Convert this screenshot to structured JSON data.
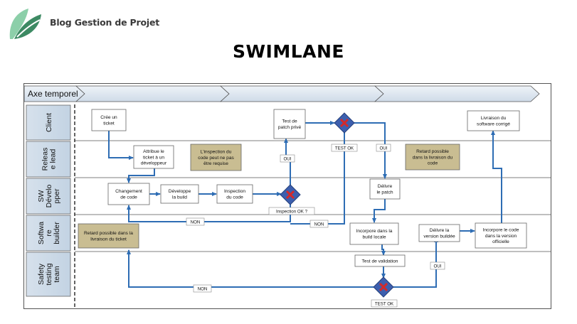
{
  "brand": {
    "name": "Blog Gestion de Projet",
    "colors": {
      "light": "#8ccfa9",
      "dark": "#3d8a63"
    }
  },
  "page_title": "SWIMLANE",
  "time_axis": {
    "label": "Axe temporel"
  },
  "lanes": [
    {
      "lines": [
        "Client"
      ]
    },
    {
      "lines": [
        "Releas",
        "e lead"
      ]
    },
    {
      "lines": [
        "SW",
        "Dévelo",
        "pper"
      ]
    },
    {
      "lines": [
        "Softwa",
        "re",
        "builder"
      ]
    },
    {
      "lines": [
        "Safety",
        "testing",
        "team"
      ]
    }
  ],
  "boxes": {
    "cree_ticket": [
      "Crée un",
      "ticket"
    ],
    "attribue": [
      "Attribue le",
      "ticket à un",
      "développeur"
    ],
    "changement": [
      "Changement",
      "de code"
    ],
    "developpe": [
      "Développe",
      "la build"
    ],
    "inspection": [
      "Inspection",
      "du code"
    ],
    "test_patch": [
      "Test de",
      "patch privé"
    ],
    "delivre_patch": [
      "Délivre",
      "le patch"
    ],
    "incorpore_build": [
      "Incorpore dans la",
      "build locale"
    ],
    "test_validation": [
      "Test de validation"
    ],
    "delivre_version": [
      "Délivre la",
      "version buildée"
    ],
    "incorpore_code": [
      "Incorpore le code",
      "dans la version",
      "officielle"
    ],
    "livraison": [
      "Livraison du",
      "software corrigé"
    ]
  },
  "notes": {
    "inspection_note": [
      "L'inspection du",
      "code peut ne pas",
      "être requise"
    ],
    "retard_release": [
      "Retard possible",
      "dans la livraison du",
      "code"
    ],
    "retard_ticket": [
      "Retard possible dans la",
      "livraison du ticket"
    ]
  },
  "labels": {
    "test_ok_1": "TEST OK",
    "oui_1": "OUI",
    "oui_2": "OUI",
    "inspection_ok": "Inspection OK ?",
    "non_1": "NON",
    "non_2": "NON",
    "non_3": "NON",
    "oui_3": "OUI",
    "test_ok_2": "TEST OK"
  }
}
